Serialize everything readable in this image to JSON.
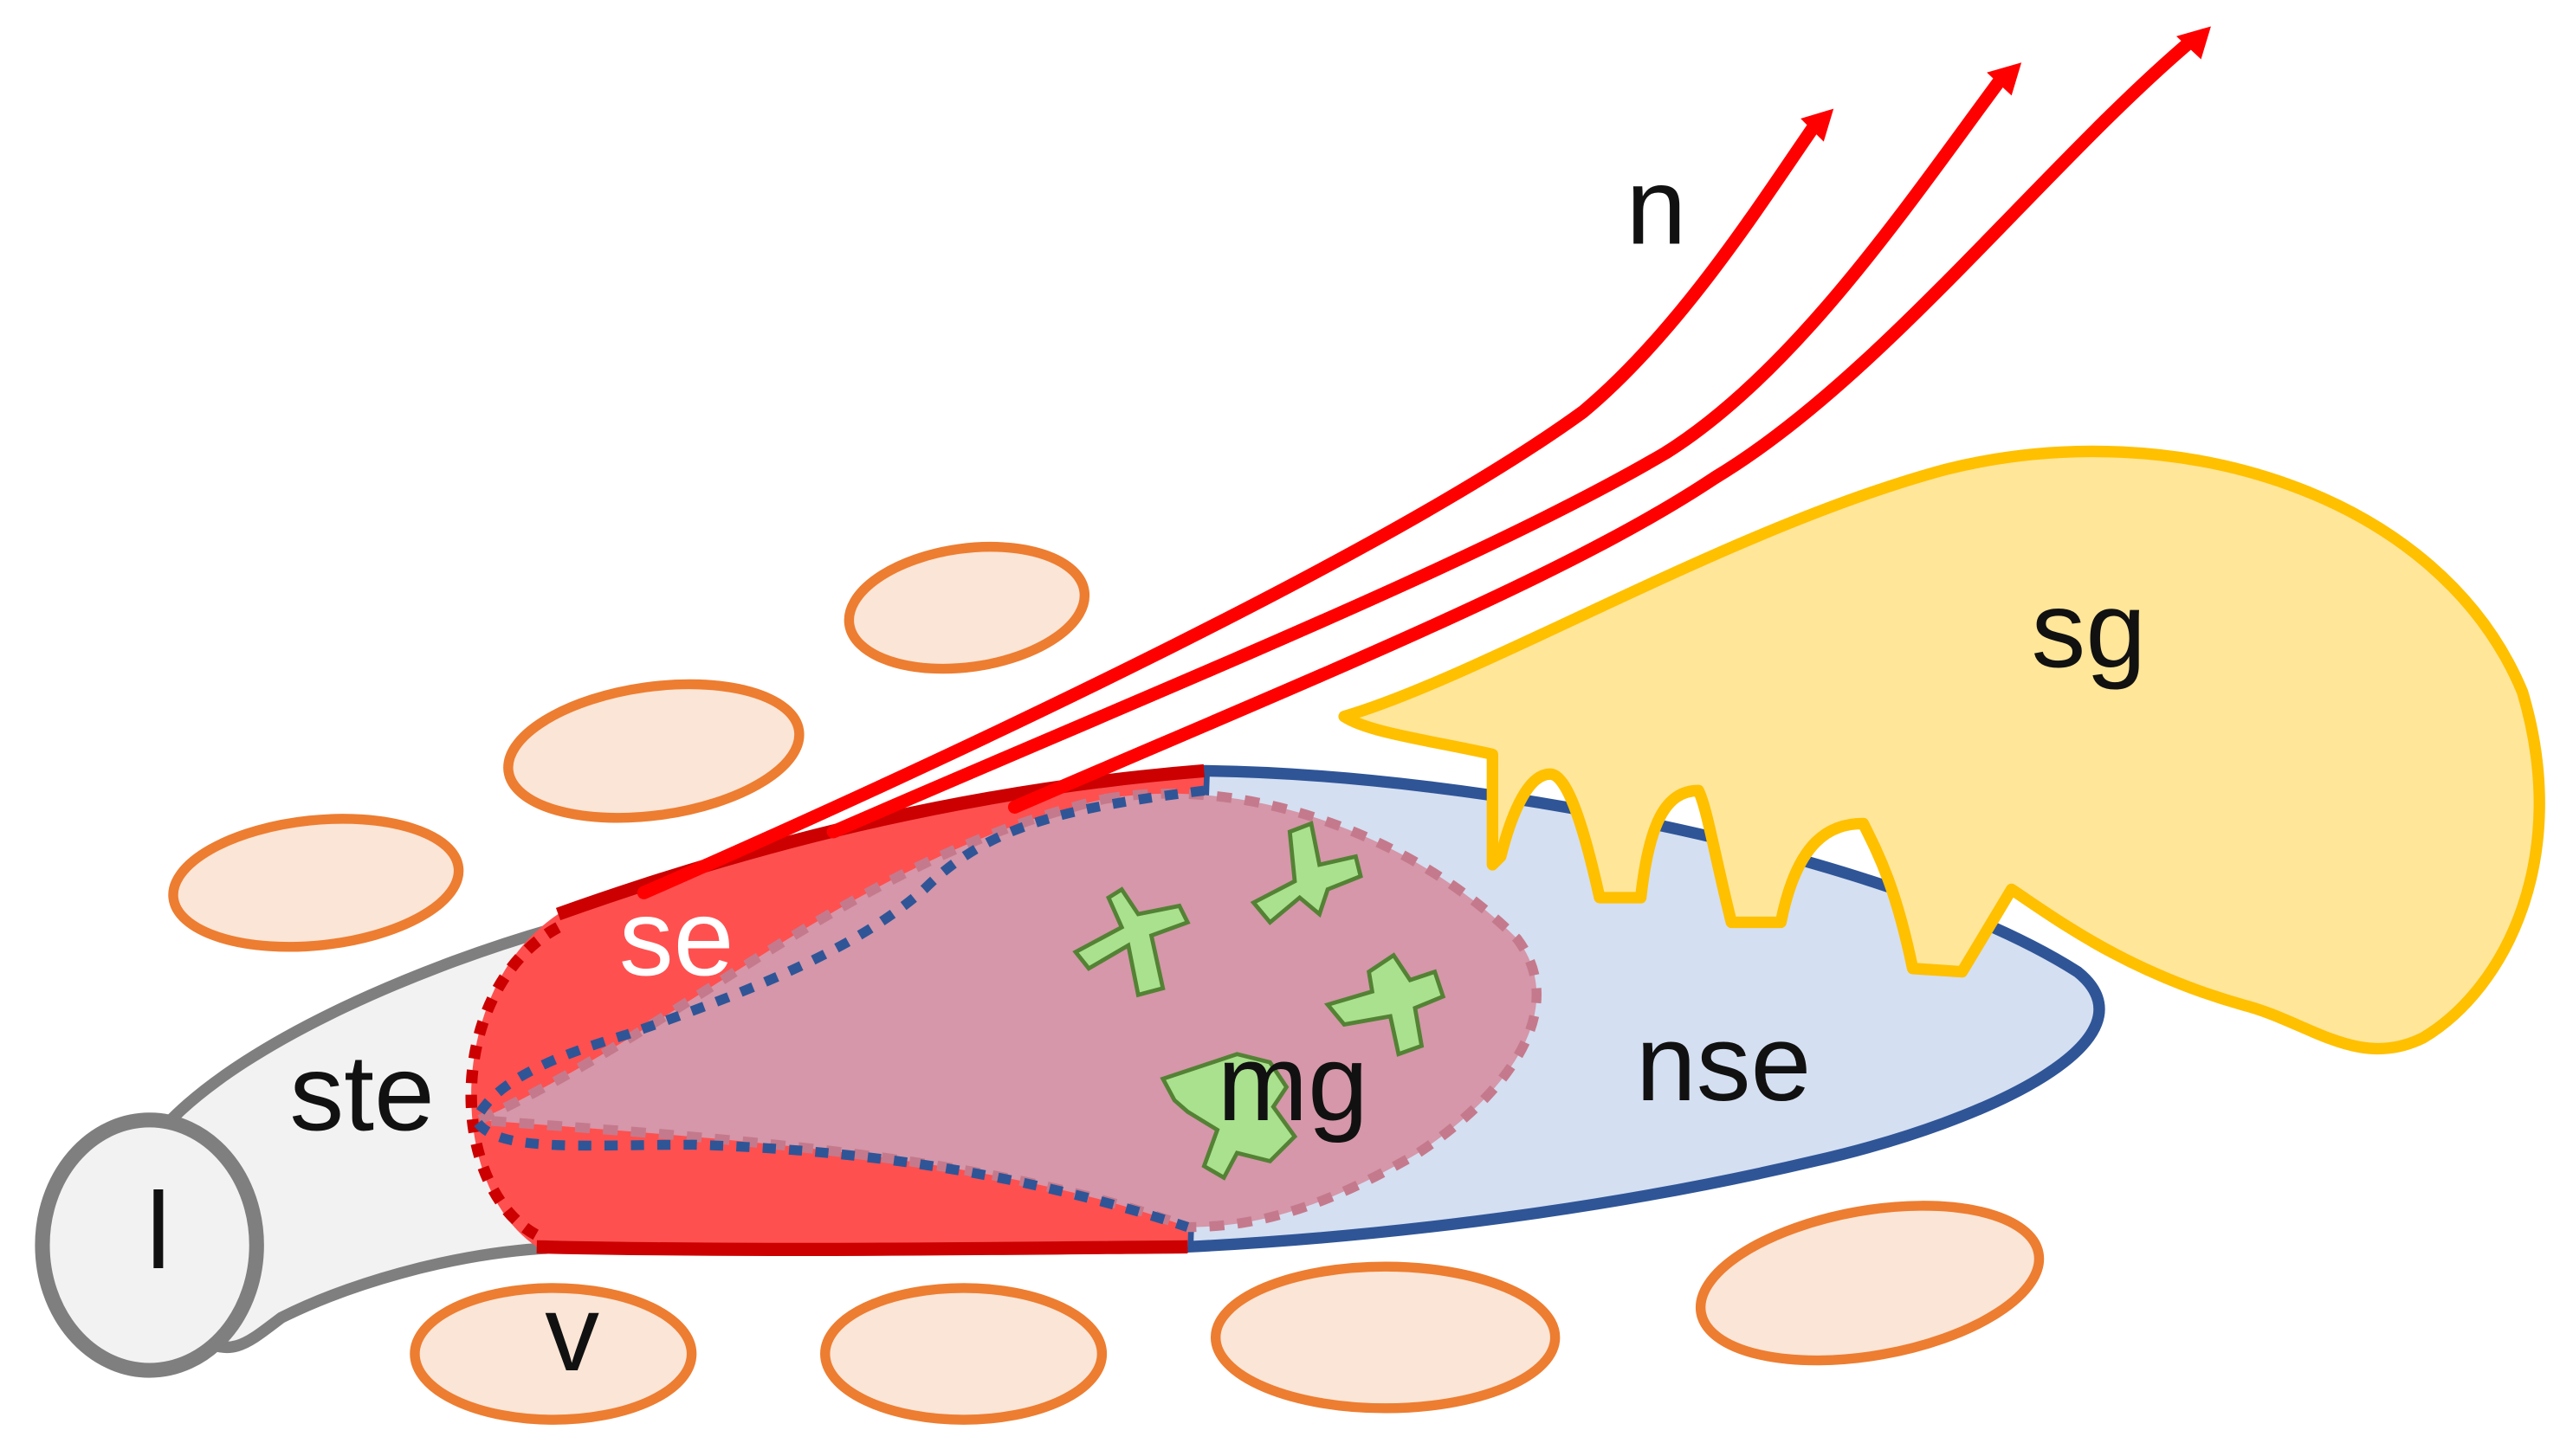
{
  "diagram": {
    "labels": {
      "n": "n",
      "sg": "sg",
      "se": "se",
      "ste": "ste",
      "mg": "mg",
      "nse": "nse",
      "l": "l",
      "v": "v"
    },
    "colors": {
      "nerve": "#ff0000",
      "sensory_epithelium_fill": "#ff5050",
      "sensory_epithelium_border": "#cc0000",
      "nonsensory_epithelium_fill": "#d4dff1",
      "nonsensory_epithelium_border": "#2f5597",
      "gland_fill": "#ffe699",
      "gland_border": "#ffc000",
      "vessel_fill": "#fbe5d6",
      "vessel_border": "#ed7d31",
      "microglia_zone_fill": "#d597a9",
      "microglia_zone_border": "#c47a8c",
      "microglia_fill": "#a9e18e",
      "microglia_border": "#548235",
      "stem_fill": "#f2f2f2",
      "stem_border": "#7f7f7f"
    }
  }
}
